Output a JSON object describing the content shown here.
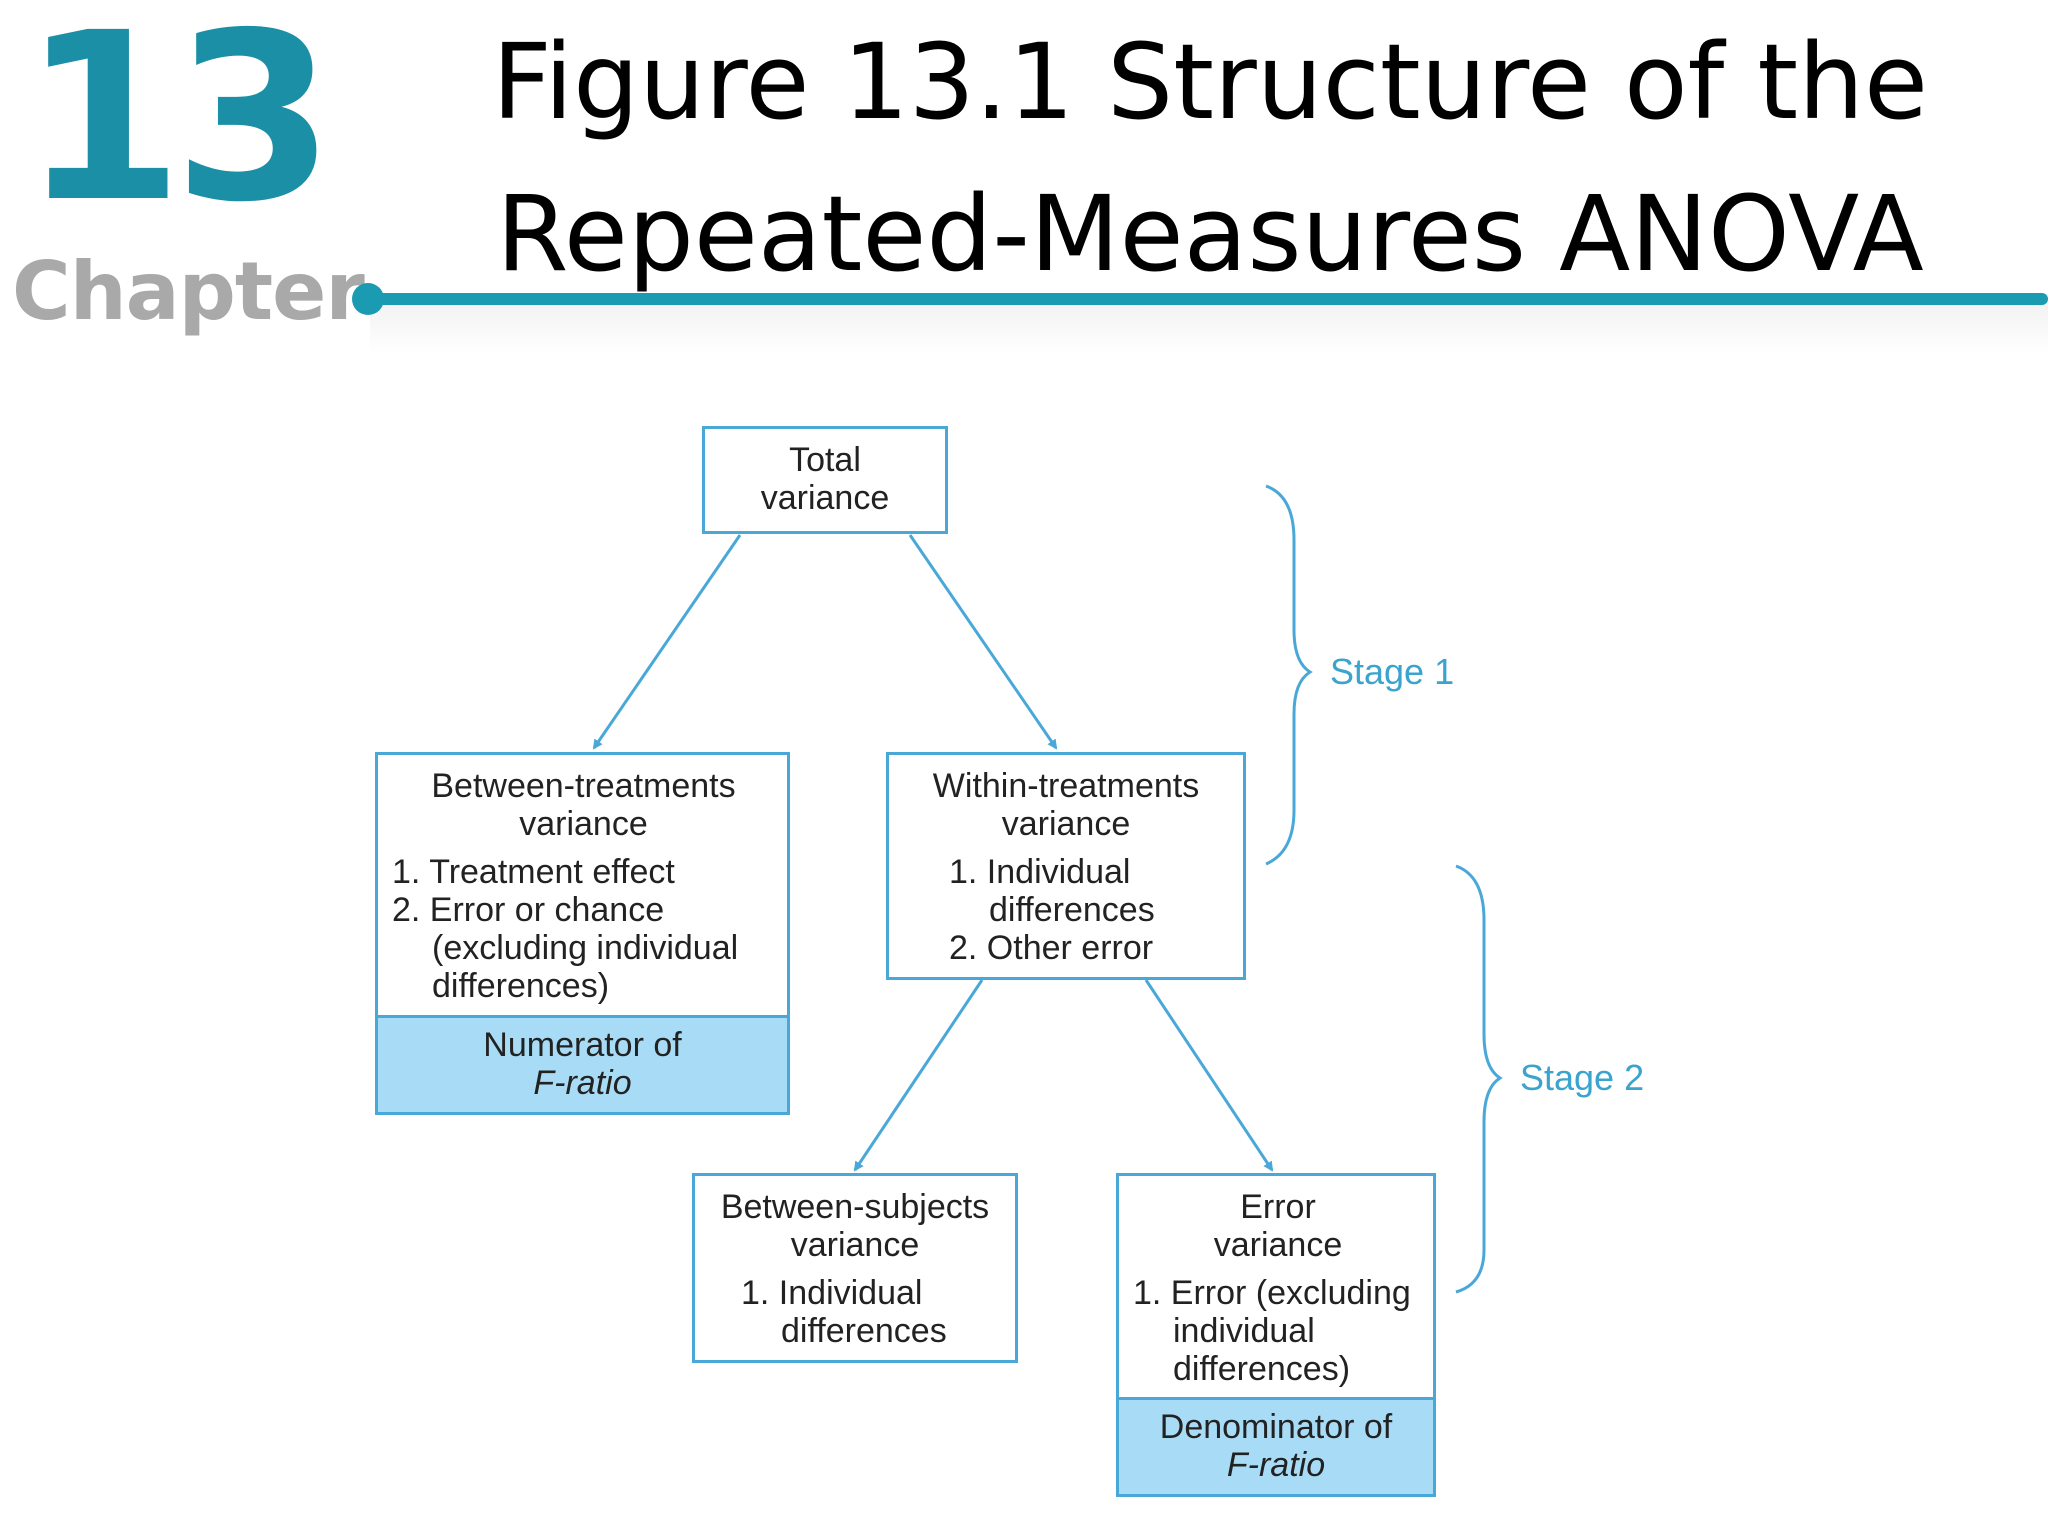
{
  "header": {
    "chapter_number": "13",
    "chapter_word": "Chapter",
    "title_line1": "Figure 13.1   Structure of the",
    "title_line2": "Repeated-Measures ANOVA"
  },
  "diagram": {
    "total": {
      "line1": "Total",
      "line2": "variance"
    },
    "between_treatments": {
      "line1": "Between-treatments",
      "line2": "variance",
      "item1": "1. Treatment effect",
      "item2": "2. Error or chance (excluding individual differences)",
      "footer_line1": "Numerator of",
      "footer_line2": "F-ratio"
    },
    "within_treatments": {
      "line1": "Within-treatments",
      "line2": "variance",
      "item1": "1. Individual differences",
      "item2": "2. Other error"
    },
    "between_subjects": {
      "line1": "Between-subjects",
      "line2": "variance",
      "item1": "1. Individual differences"
    },
    "error": {
      "line1": "Error",
      "line2": "variance",
      "item1": "1. Error (excluding individual differences)",
      "footer_line1": "Denominator of",
      "footer_line2": "F-ratio"
    },
    "stage1_label": "Stage 1",
    "stage2_label": "Stage 2",
    "colors": {
      "accent": "#1a9bb2",
      "box_border": "#4aa8d8",
      "footer_fill": "#a8dcf6",
      "stage_text": "#3aa4cf"
    }
  }
}
